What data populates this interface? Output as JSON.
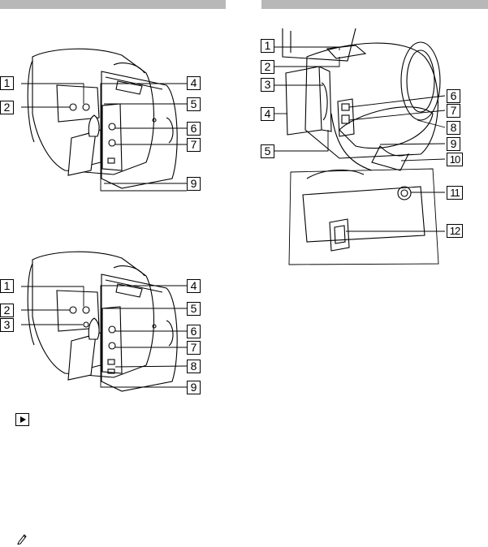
{
  "figures": [
    {
      "id": "camcorder-left-top",
      "callouts": [
        "1",
        "2",
        "4",
        "5",
        "6",
        "7",
        "9"
      ]
    },
    {
      "id": "camcorder-right",
      "callouts": [
        "1",
        "2",
        "3",
        "4",
        "5",
        "6",
        "7",
        "8",
        "9",
        "10",
        "11",
        "12"
      ]
    },
    {
      "id": "camcorder-left-bottom",
      "callouts": [
        "1",
        "2",
        "3",
        "4",
        "5",
        "6",
        "7",
        "8",
        "9"
      ]
    }
  ],
  "icons": {
    "play": "play-icon",
    "note": "pencil-icon"
  },
  "colors": {
    "header_bar": "#b8b8b8",
    "line_art": "#000000"
  }
}
